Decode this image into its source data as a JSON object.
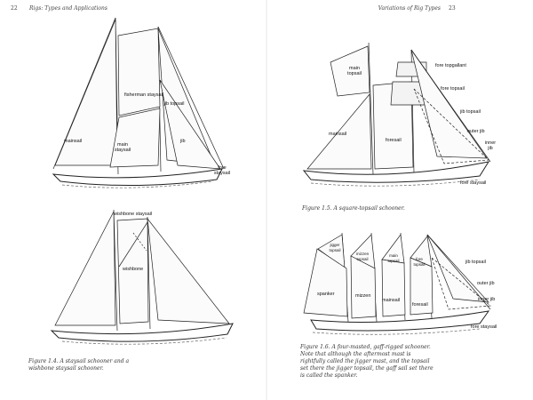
{
  "header": {
    "left_page_number": "22",
    "left_running_title": "Rigs: Types and Applications",
    "right_running_title": "Variations of Rig Types",
    "right_page_number": "23"
  },
  "figures": [
    {
      "labels": [
        "fisherman staysail",
        "jib topsail",
        "mainsail",
        "main staysail",
        "jib",
        "fore staysail"
      ]
    },
    {
      "caption": "Figure 1.4. A staysail schooner and a wishbone staysail schooner.",
      "labels": [
        "wishbone staysail",
        "wishbone"
      ]
    },
    {
      "caption": "Figure 1.5. A square-topsail schooner.",
      "labels": [
        "main topsail",
        "fore topgallant",
        "fore topsail",
        "jib topsail",
        "outer jib",
        "inner jib",
        "mainsail",
        "foresail",
        "fore staysail"
      ]
    },
    {
      "caption": "Figure 1.6. A four-masted, gaff-rigged schooner. Note that although the aftermost mast is rightfully called the jigger mast, and the topsail set there the jigger topsail, the gaff sail set there is called the spanker.",
      "labels": [
        "jigger topsail",
        "mizzen topsail",
        "main topsail",
        "fore topsail",
        "jib topsail",
        "outer jib",
        "inner jib",
        "fore staysail",
        "spanker",
        "mizzen",
        "mainsail",
        "foresail"
      ]
    }
  ]
}
